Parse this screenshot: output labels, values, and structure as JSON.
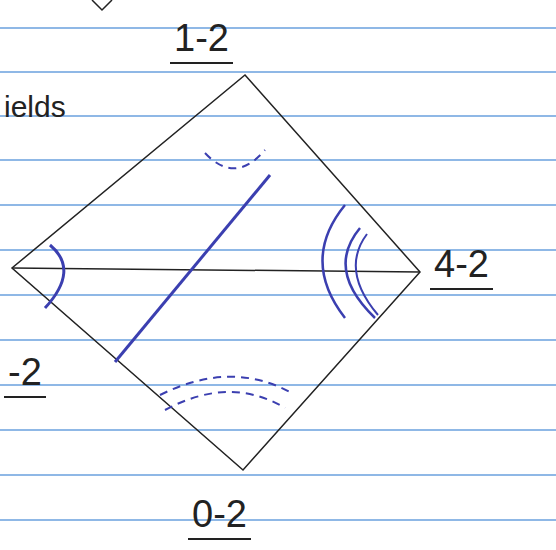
{
  "diagram": {
    "labels": [
      "ields",
      "1-2",
      "4-2",
      "-2",
      "0-2"
    ]
  }
}
